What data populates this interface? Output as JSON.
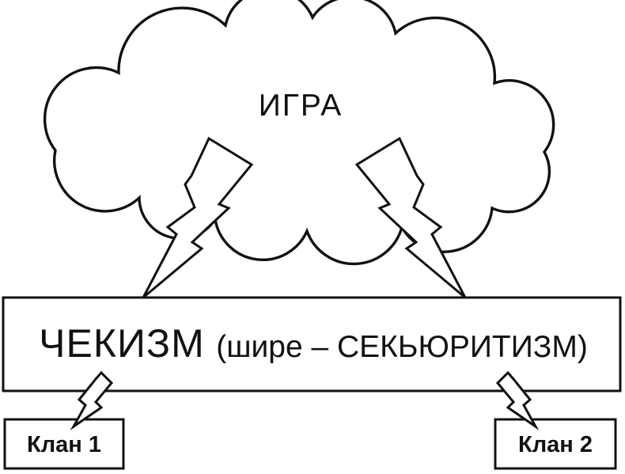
{
  "diagram": {
    "cloud": {
      "label": "ИГРА"
    },
    "main_box": {
      "title": "ЧЕКИЗМ",
      "subtitle": "(шире – СЕКЬЮРИТИЗМ)"
    },
    "clan_boxes": [
      {
        "label": "Клан 1"
      },
      {
        "label": "Клан 2"
      }
    ],
    "colors": {
      "stroke": "#111111",
      "background": "#ffffff"
    }
  }
}
